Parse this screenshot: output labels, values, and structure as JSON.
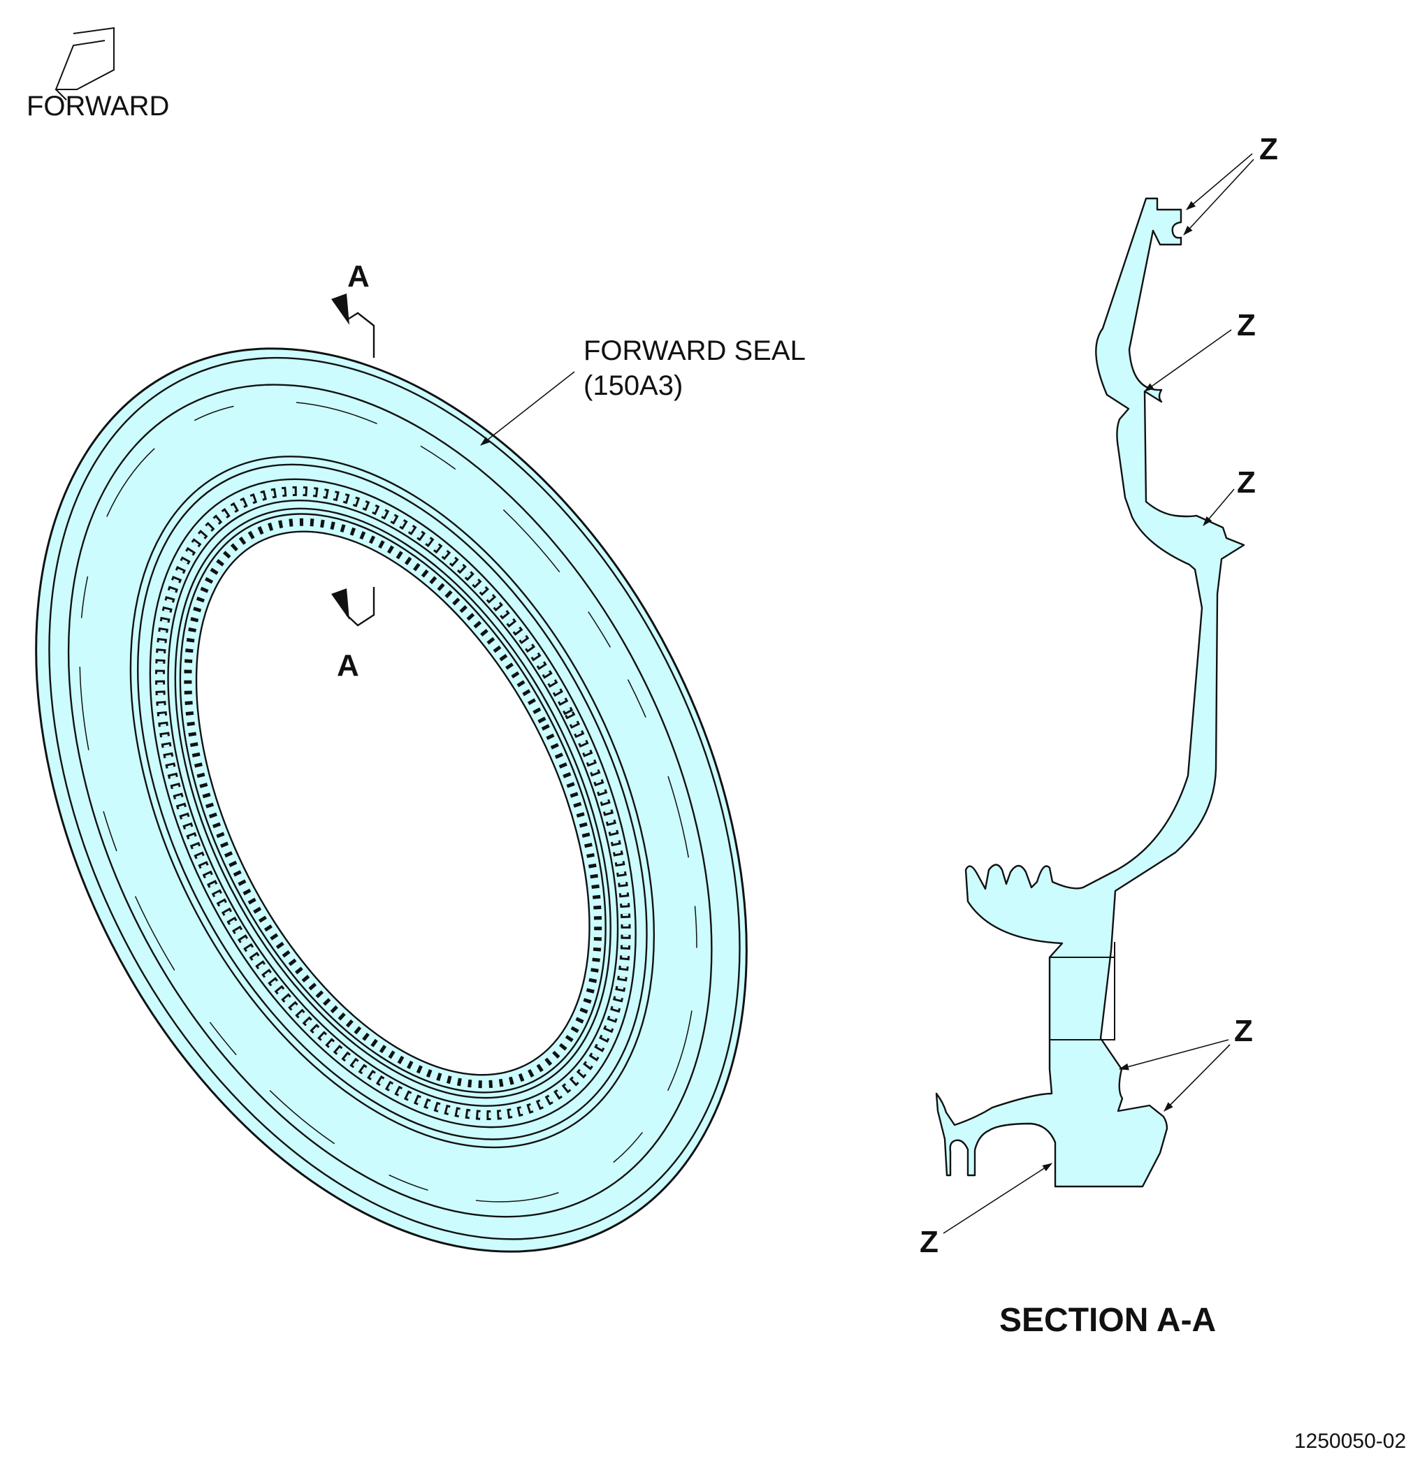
{
  "colors": {
    "part_fill": "#ccfcfd",
    "line": "#111111",
    "background": "#ffffff"
  },
  "labels": {
    "forward_indicator": "FORWARD",
    "part_name": "FORWARD SEAL",
    "part_number": "(150A3)",
    "section_marker_top": "A",
    "section_marker_bottom": "A",
    "section_title": "SECTION A-A",
    "callout": "Z",
    "figure_number": "1250050-02"
  }
}
